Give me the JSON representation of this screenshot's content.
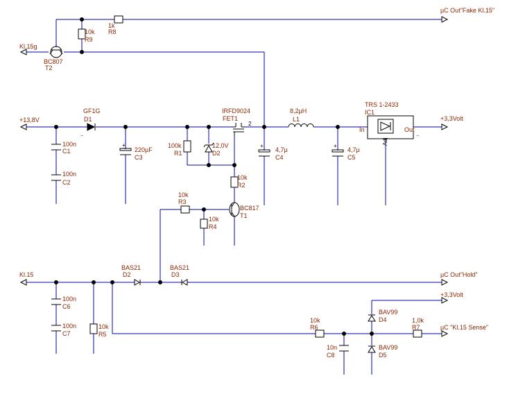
{
  "nets": {
    "fake_kl15": "µC Out\"Fake Kl.15\"",
    "kl15g": "Kl.15g",
    "v138": "+13,8V",
    "v33_out": "+3,3Volt",
    "kl15": "Kl.15",
    "hold": "µC Out\"Hold\"",
    "v33_in": "+3,3Volt",
    "kl15_sense": "µC \"Kl.15 Sense\""
  },
  "components": {
    "R8": {
      "ref": "R8",
      "value": "1k"
    },
    "R9": {
      "ref": "R9",
      "value": "10k"
    },
    "T2": {
      "ref": "T2",
      "value": "BC807"
    },
    "D1": {
      "ref": "D1",
      "value": "GF1G"
    },
    "C1": {
      "ref": "C1",
      "value": "100n"
    },
    "C2": {
      "ref": "C2",
      "value": "100n"
    },
    "C3": {
      "ref": "C3",
      "value": "220µF"
    },
    "R1": {
      "ref": "R1",
      "value": "100k"
    },
    "D2z": {
      "ref": "D2",
      "value": "12,0V"
    },
    "FET1": {
      "ref": "FET1",
      "value": "IRFD9024"
    },
    "C4": {
      "ref": "C4",
      "value": "4,7µ"
    },
    "L1": {
      "ref": "L1",
      "value": "8,2µH"
    },
    "C5": {
      "ref": "C5",
      "value": "4,7µ"
    },
    "IC1": {
      "ref": "IC1",
      "value": "TRS 1-2433",
      "pin_in": "In",
      "pin_out": "Out",
      "pin_adj": "Adj"
    },
    "R2": {
      "ref": "R2",
      "value": "10k"
    },
    "R3": {
      "ref": "R3",
      "value": "10k"
    },
    "R4": {
      "ref": "R4",
      "value": "10k"
    },
    "T1": {
      "ref": "T1",
      "value": "BC817"
    },
    "C6": {
      "ref": "C6",
      "value": "100n"
    },
    "C7": {
      "ref": "C7",
      "value": "100n"
    },
    "R5": {
      "ref": "R5",
      "value": "10k"
    },
    "D2b": {
      "ref": "D2",
      "value": "BAS21"
    },
    "D3": {
      "ref": "D3",
      "value": "BAS21"
    },
    "R6": {
      "ref": "R6",
      "value": "10k"
    },
    "C8": {
      "ref": "C8",
      "value": "10n"
    },
    "D4": {
      "ref": "D4",
      "value": "BAV99"
    },
    "D5": {
      "ref": "D5",
      "value": "BAV99"
    },
    "R7": {
      "ref": "R7",
      "value": "1,0k"
    }
  },
  "pin_marks": {
    "fet_pin2": "2",
    "dots": ".."
  },
  "colors": {
    "wire": "#0000a8",
    "label": "#8b2500",
    "component": "#000000"
  }
}
